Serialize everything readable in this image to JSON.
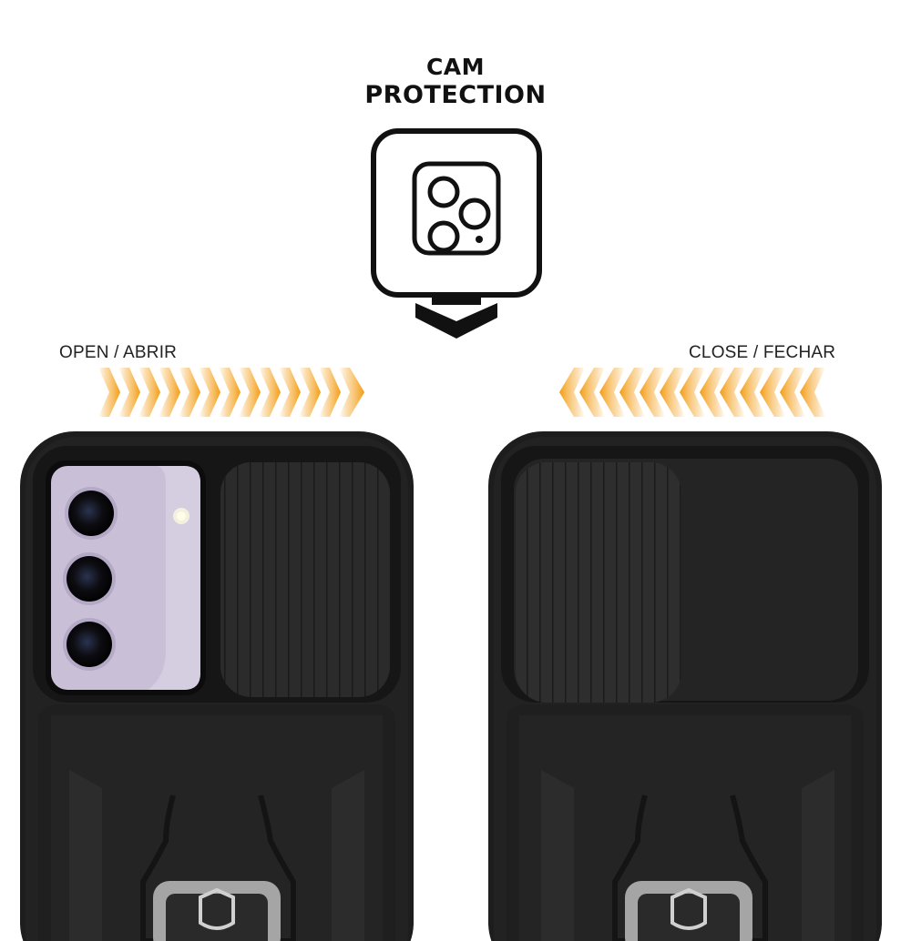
{
  "header": {
    "title_line1": "CAM",
    "title_line2": "PROTECTION"
  },
  "badge": {
    "icon": "camera-module-icon",
    "pointer": "chevron-down-icon"
  },
  "panels": [
    {
      "label": "OPEN / ABRIR",
      "arrow_direction": "right",
      "slider_state": "open",
      "camera_color": "#c9bfd6"
    },
    {
      "label": "CLOSE / FECHAR",
      "arrow_direction": "left",
      "slider_state": "closed"
    }
  ],
  "colors": {
    "accent_orange": "#f39c12",
    "case_black": "#1c1c1c",
    "slider_gray": "#2e2e2e",
    "ring_silver": "#bdbdbd"
  }
}
